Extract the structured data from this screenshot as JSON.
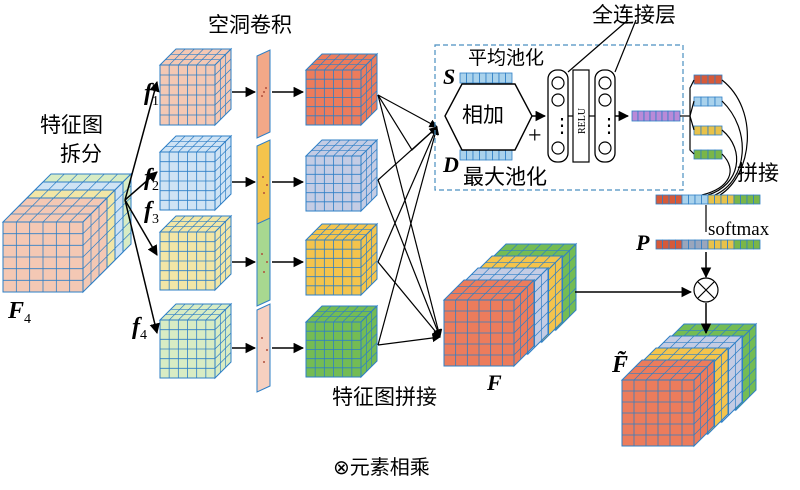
{
  "labels": {
    "dilated_conv": "空洞卷积",
    "fc_layer": "全连接层",
    "feature_split_line1": "特征图",
    "feature_split_line2": "拆分",
    "avg_pool": "平均池化",
    "max_pool": "最大池化",
    "add": "相加",
    "concat": "拼接",
    "softmax": "softmax",
    "feature_concat": "特征图拼接",
    "legend": "⊗元素相乘",
    "relu": "RELU",
    "multiply_symbol": "⊗",
    "plus_symbol": "+",
    "ellipsis": "⋮"
  },
  "symbols": {
    "F4": {
      "main": "F",
      "sub": "4"
    },
    "f1": {
      "main": "f",
      "sub": "1"
    },
    "f2": {
      "main": "f",
      "sub": "2"
    },
    "f3": {
      "main": "f",
      "sub": "3"
    },
    "f4": {
      "main": "f",
      "sub": "4"
    },
    "S": "S",
    "D": "D",
    "P": "P",
    "F": "F",
    "F_tilde": "F̃"
  },
  "colors": {
    "salmon": "#f4c8b4",
    "light_blue": "#cfe3f4",
    "light_yellow": "#f2e6a6",
    "light_green": "#d8ecc4",
    "orange_red": "#ec7c5c",
    "lavender": "#c4cce4",
    "gold": "#f4c44c",
    "green": "#74bc54",
    "grid_line": "#2e7fc6",
    "dashed_box": "#4a8fc0",
    "vector_blue": "#a9d2ec",
    "vector_purple": "#b98ad8",
    "vector_red": "#d65a3a",
    "vector_green": "#7ab648",
    "vector_yellow": "#e8c24a",
    "vector_grey": "#9aa6bc"
  }
}
